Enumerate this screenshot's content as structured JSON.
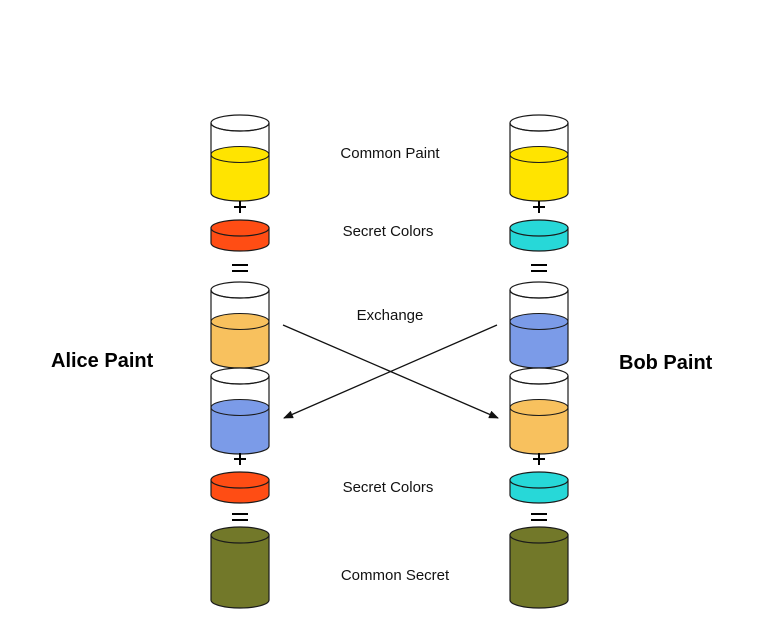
{
  "alice": {
    "title": "Alice Paint",
    "steps": [
      {
        "kind": "glass",
        "color": "#ffe400"
      },
      {
        "kind": "op",
        "symbol": "+"
      },
      {
        "kind": "disc",
        "color": "#ff4d14"
      },
      {
        "kind": "op",
        "symbol": "="
      },
      {
        "kind": "glass",
        "color": "#f8c15e"
      },
      {
        "kind": "glass",
        "color": "#7b9be8"
      },
      {
        "kind": "op",
        "symbol": "+"
      },
      {
        "kind": "disc",
        "color": "#ff4d14"
      },
      {
        "kind": "op",
        "symbol": "="
      },
      {
        "kind": "solid",
        "color": "#727829"
      }
    ]
  },
  "bob": {
    "title": "Bob Paint",
    "steps": [
      {
        "kind": "glass",
        "color": "#ffe400"
      },
      {
        "kind": "op",
        "symbol": "+"
      },
      {
        "kind": "disc",
        "color": "#27d8d8"
      },
      {
        "kind": "op",
        "symbol": "="
      },
      {
        "kind": "glass",
        "color": "#7b9be8"
      },
      {
        "kind": "glass",
        "color": "#f8c15e"
      },
      {
        "kind": "op",
        "symbol": "+"
      },
      {
        "kind": "disc",
        "color": "#27d8d8"
      },
      {
        "kind": "op",
        "symbol": "="
      },
      {
        "kind": "solid",
        "color": "#727829"
      }
    ]
  },
  "labels": {
    "common_paint": "Common Paint",
    "secret_colors_1": "Secret Colors",
    "exchange": "Exchange",
    "secret_colors_2": "Secret Colors",
    "common_secret": "Common Secret"
  }
}
